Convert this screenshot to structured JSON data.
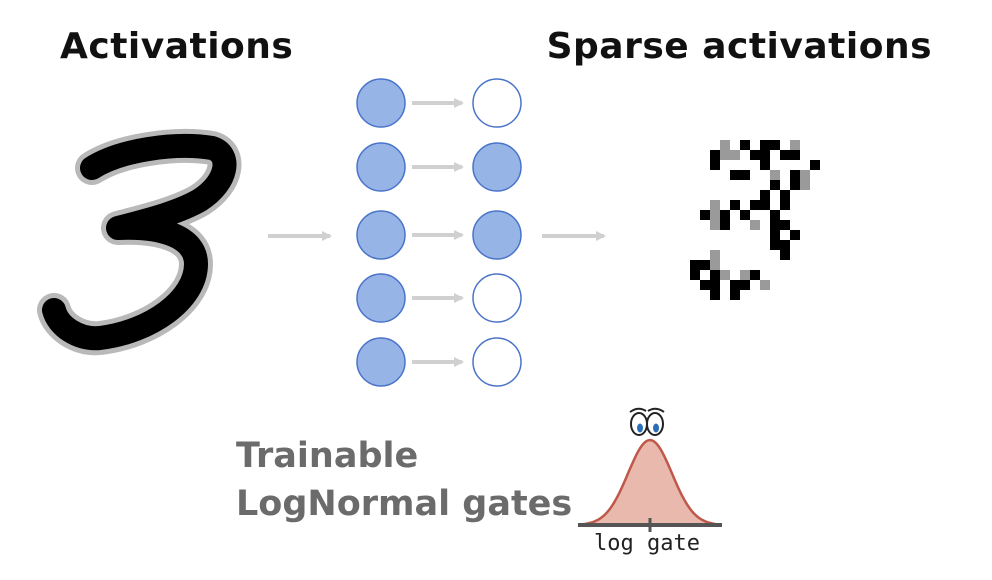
{
  "titles": {
    "left": "Activations",
    "right": "Sparse activations"
  },
  "caption": {
    "line1": "Trainable",
    "line2": "LogNormal gates"
  },
  "distribution": {
    "axis_label": "log gate"
  },
  "network": {
    "left_column": [
      true,
      true,
      true,
      true,
      true
    ],
    "right_column": [
      false,
      true,
      true,
      false,
      false
    ]
  },
  "colors": {
    "node_fill": "#96b4e6",
    "node_stroke": "#4a74c8",
    "arrow": "#d0d0d0",
    "curve_fill": "#e9b9ad",
    "curve_stroke": "#c0584a",
    "eye_pupil": "#2a6fb5"
  },
  "icons": [
    "digit-three-icon",
    "sparse-digit-three-icon",
    "eyes-icon"
  ]
}
